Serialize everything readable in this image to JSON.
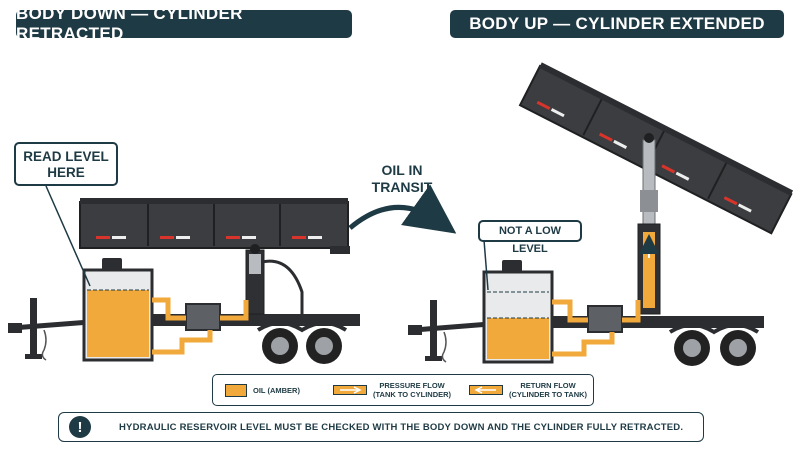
{
  "panels": {
    "left_title": "BODY DOWN — CYLINDER RETRACTED",
    "right_title": "BODY UP — CYLINDER EXTENDED"
  },
  "callouts": {
    "read_level": "READ LEVEL HERE",
    "not_low": "NOT A LOW LEVEL"
  },
  "transit": {
    "label": "OIL IN TRANSIT"
  },
  "legend": {
    "oil": "OIL (AMBER)",
    "pressure": "PRESSURE FLOW",
    "pressure_sub": "(TANK TO CYLINDER)",
    "return": "RETURN FLOW",
    "return_sub": "(CYLINDER TO TANK)"
  },
  "note": {
    "icon": "!",
    "text": "HYDRAULIC RESERVOIR LEVEL MUST BE CHECKED WITH THE BODY DOWN AND THE CYLINDER FULLY RETRACTED."
  },
  "colors": {
    "navy": "#1e3a44",
    "oil": "#f2a93b",
    "body": "#3b3d40",
    "frame": "#2b2d30",
    "tank": "#e8eaec"
  }
}
